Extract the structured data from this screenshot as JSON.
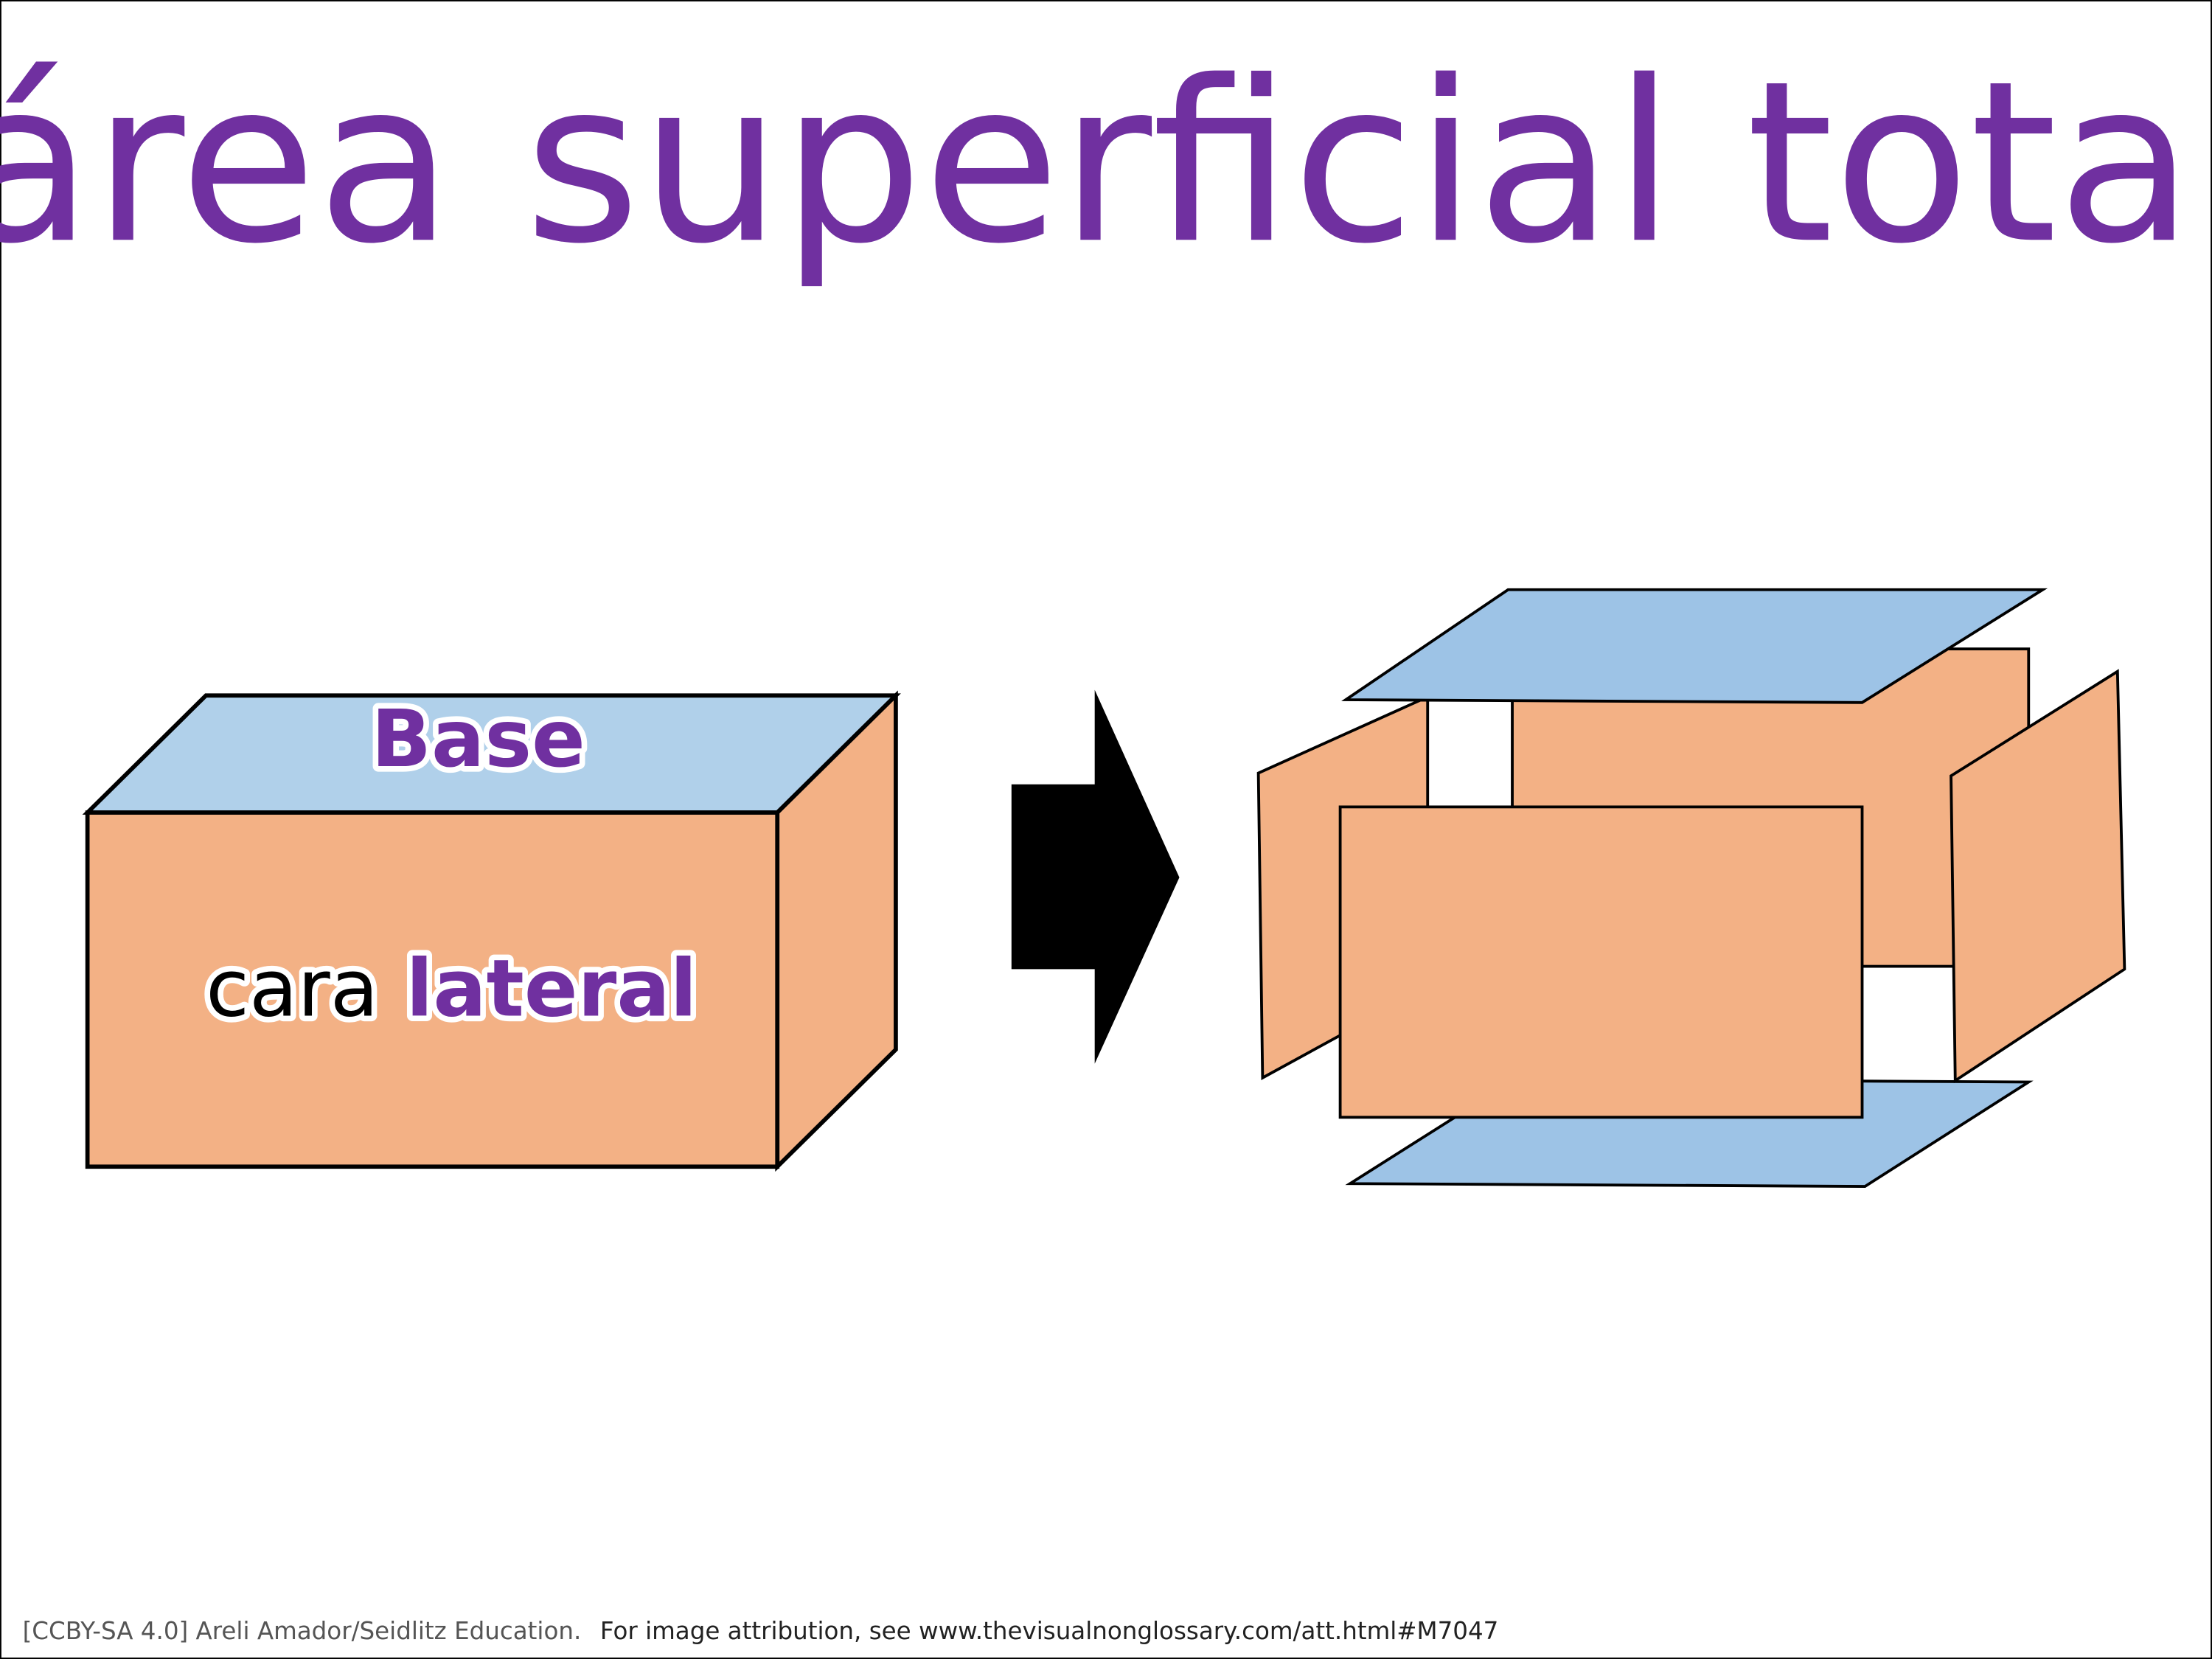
{
  "title": "área superficial total",
  "labels": {
    "base": "Base",
    "cara": "cara",
    "lateral": "lateral"
  },
  "footer": {
    "license": "[CCBY-SA 4.0] Areli Amador/Seidlitz Education.",
    "attribution": "For image attribution, see www.thevisualnonglossary.com/att.html#M7047"
  },
  "colors": {
    "purple": "#7030A0",
    "face_orange": "#F3B185",
    "base_blue": "#B0D0EA",
    "base_blue_net": "#9DC3E6"
  }
}
